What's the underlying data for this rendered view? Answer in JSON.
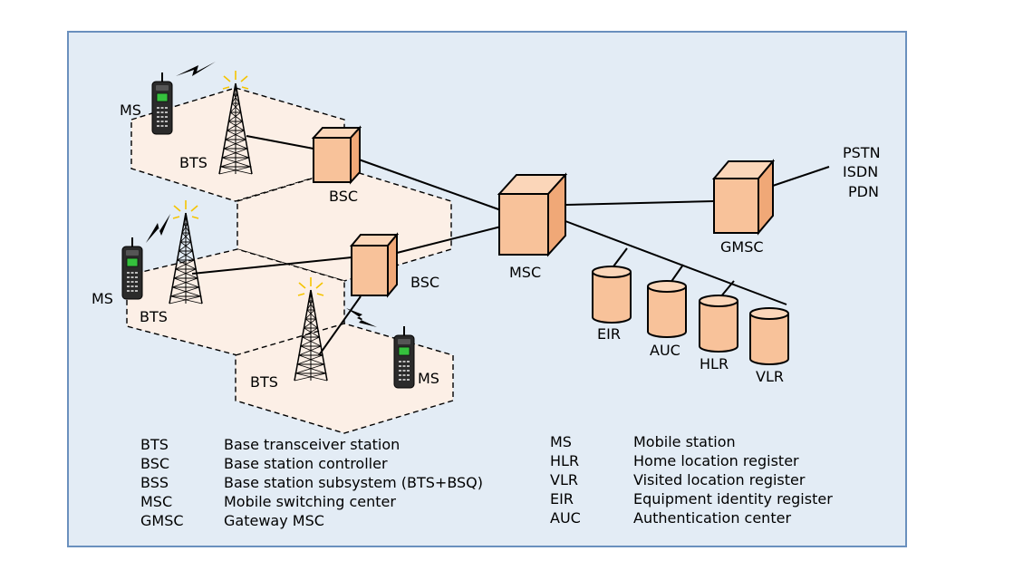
{
  "colors": {
    "panel_fill": "#e3ecf5",
    "panel_border": "#6a90be",
    "cell_fill": "#fcefe6",
    "box_front": "#f8c29a",
    "box_side": "#f0a877",
    "box_top": "#fbd6b9",
    "line": "#000000",
    "phone_screen": "#35c13d",
    "signal": "#f5c400"
  },
  "labels": {
    "ms_top": "MS",
    "ms_mid": "MS",
    "ms_bottom": "MS",
    "bts_top": "BTS",
    "bts_mid": "BTS",
    "bts_bottom": "BTS",
    "bsc_top": "BSC",
    "bsc_mid": "BSC",
    "msc": "MSC",
    "gmsc": "GMSC",
    "eir": "EIR",
    "auc": "AUC",
    "hlr": "HLR",
    "vlr": "VLR",
    "pstn": "PSTN",
    "isdn": "ISDN",
    "pdn": "PDN"
  },
  "legend_left": [
    {
      "abbr": "BTS",
      "desc": "Base transceiver station"
    },
    {
      "abbr": "BSC",
      "desc": "Base station controller"
    },
    {
      "abbr": "BSS",
      "desc": "Base station subsystem (BTS+BSQ)"
    },
    {
      "abbr": "MSC",
      "desc": "Mobile switching center"
    },
    {
      "abbr": "GMSC",
      "desc": "Gateway MSC"
    }
  ],
  "legend_right": [
    {
      "abbr": "MS",
      "desc": "Mobile station"
    },
    {
      "abbr": "HLR",
      "desc": "Home location register"
    },
    {
      "abbr": "VLR",
      "desc": "Visited location register"
    },
    {
      "abbr": "EIR",
      "desc": "Equipment identity register"
    },
    {
      "abbr": "AUC",
      "desc": "Authentication center"
    }
  ],
  "icons": [
    "mobile-phone-icon",
    "cell-tower-icon",
    "lightning-signal-icon",
    "server-box-icon",
    "database-cylinder-icon"
  ]
}
